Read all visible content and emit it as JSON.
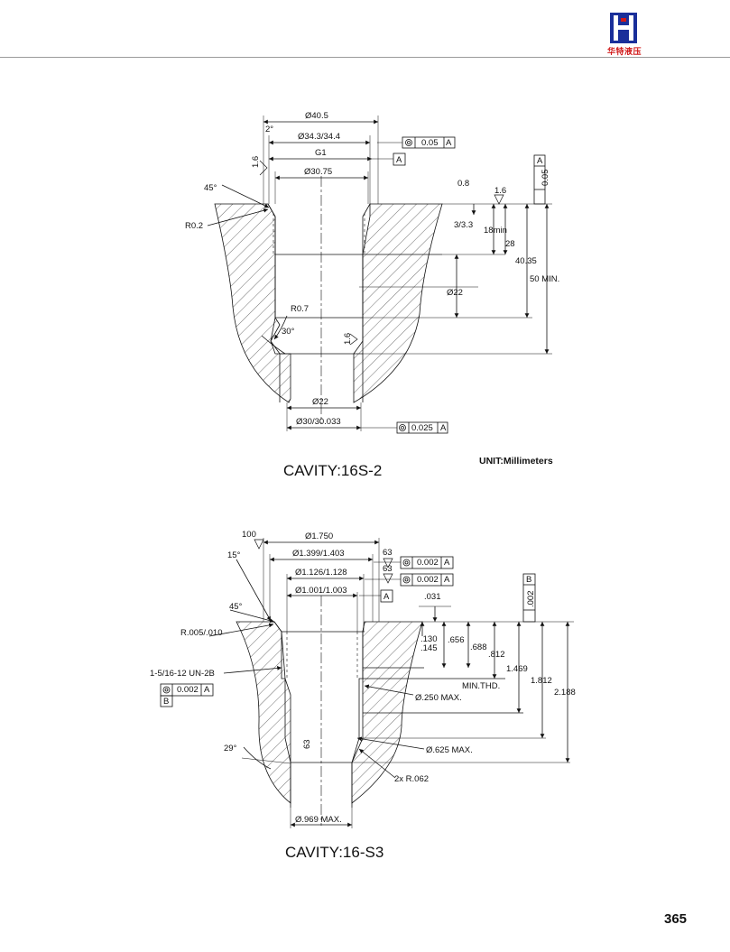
{
  "header": {
    "logo_text": "华特液压",
    "brand_color": "#1a2f9a",
    "accent_color": "#d01818"
  },
  "cavity1": {
    "title": "CAVITY:16S-2",
    "unit": "UNIT:Millimeters",
    "dims": {
      "d1": "Ø40.5",
      "d2": "2°",
      "d3": "Ø34.3/34.4",
      "d4": "G1",
      "d5": "Ø30.75",
      "d6": "45°",
      "d7": "R0.2",
      "d8": "1.6",
      "d9": "0.8",
      "d10": "1.6",
      "d11": "3/3.3",
      "d12": "18min",
      "d13": "28",
      "d14": "40.35",
      "d15": "50 MIN.",
      "d16": "Ø22",
      "d17": "R0.7",
      "d18": "30°",
      "d19": "1.6",
      "d20": "Ø22",
      "d21": "Ø30/30.033",
      "d22": "0.05",
      "d23": "A",
      "d24": "A",
      "d25": "0.025",
      "d26": "A",
      "d27": "0.05",
      "d28": "A"
    }
  },
  "cavity2": {
    "title": "CAVITY:16-S3",
    "dims": {
      "d1": "100",
      "d2": "Ø1.750",
      "d3": "15°",
      "d4": "Ø1.399/1.403",
      "d5": "63",
      "d6": "Ø1.126/1.128",
      "d7": "63",
      "d8": "Ø1.001/1.003",
      "d9": "45°",
      "d10": ".031",
      "d11": "R.005/.010",
      "d12": ".130",
      "d13": ".145",
      "d14": ".656",
      "d15": ".688",
      "d16": ".812",
      "d17": "1-5/16-12 UN-2B",
      "d18": "1.469",
      "d19": "MIN.THD.",
      "d20": "1.812",
      "d21": "2.188",
      "d22": "Ø.250 MAX.",
      "d23": "29°",
      "d24": "63",
      "d25": "Ø.625 MAX.",
      "d26": "2x R.062",
      "d27": "Ø.969 MAX.",
      "d28": "0.002",
      "d29": "A",
      "d30": "0.002",
      "d31": "A",
      "d32": "A",
      "d33": "0.002",
      "d34": "A",
      "d35": "B",
      "d36": "B",
      "d37": ".002"
    }
  },
  "page": {
    "number": "365"
  }
}
